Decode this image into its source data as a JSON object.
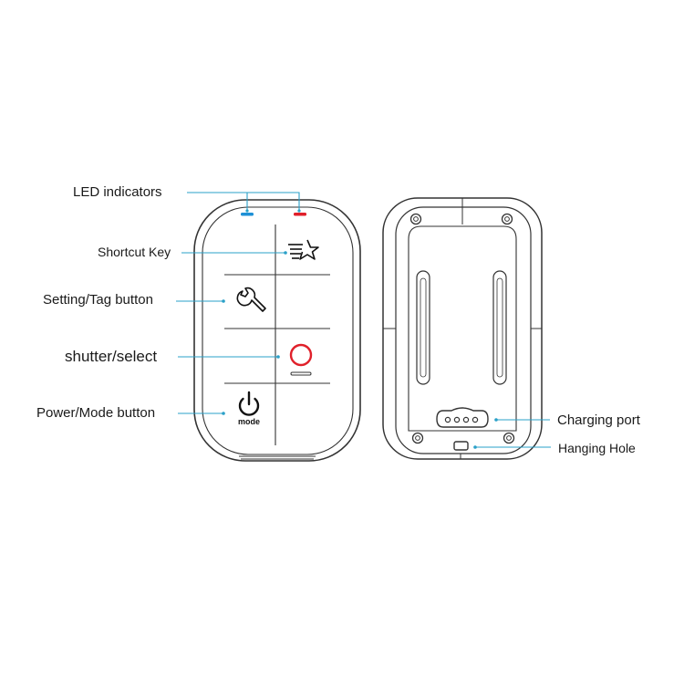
{
  "labels": {
    "led_indicators": "LED indicators",
    "shortcut_key": "Shortcut Key",
    "setting_tag_button": "Setting/Tag button",
    "shutter_select": "shutter/select",
    "power_mode_button": "Power/Mode button",
    "charging_port": "Charging port",
    "hanging_hole": "Hanging Hole"
  },
  "button_text": {
    "mode": "mode"
  },
  "colors": {
    "leader_line": "#2aa0c8",
    "led_blue": "#1e90d6",
    "led_red": "#e0202a",
    "shutter_red": "#e0202a",
    "outline": "#333333"
  },
  "icons": {
    "shortcut": "star-with-speed-lines-icon",
    "setting": "wrench-icon",
    "shutter": "shutter-circle-icon",
    "power": "power-icon",
    "screw": "screw-icon",
    "charging_pins": "charging-pins-icon"
  }
}
